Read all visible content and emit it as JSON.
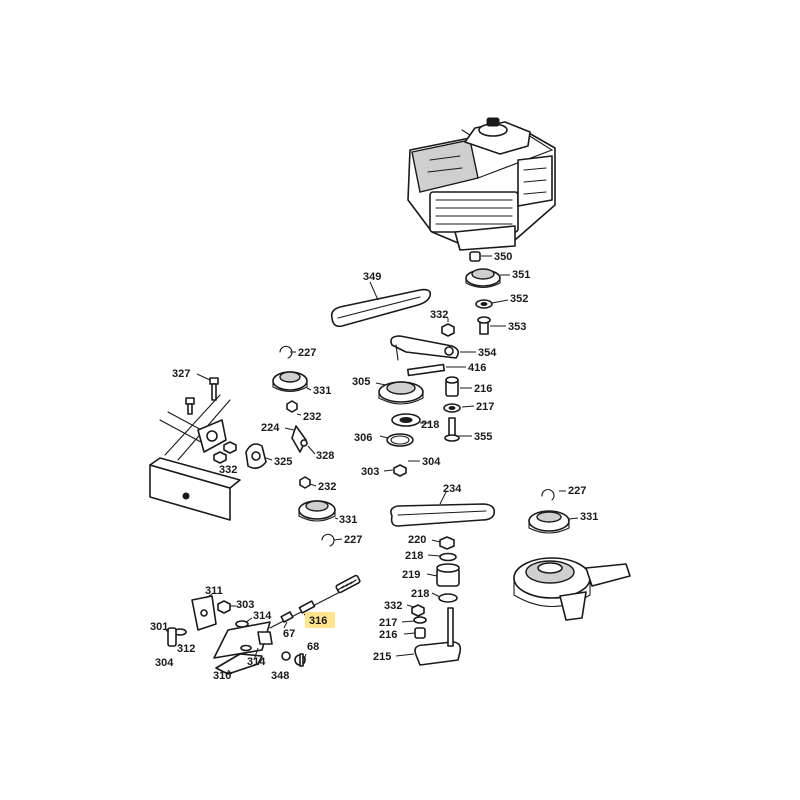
{
  "highlight": {
    "color": "#ffe48a"
  },
  "labels": {
    "l350": "350",
    "l351": "351",
    "l352": "352",
    "l353": "353",
    "l354": "354",
    "l349": "349",
    "l332a": "332",
    "l227a": "227",
    "l327": "327",
    "l331a": "331",
    "l305": "305",
    "l416": "416",
    "l216a": "216",
    "l217a": "217",
    "l232a": "232",
    "l218a": "218",
    "l224": "224",
    "l306": "306",
    "l355": "355",
    "l328": "328",
    "l332b": "332",
    "l325": "325",
    "l304a": "304",
    "l303a": "303",
    "l232b": "232",
    "l234": "234",
    "l227b": "227",
    "l331b": "331",
    "l331c": "331",
    "l227c": "227",
    "l220": "220",
    "l218b": "218",
    "l219": "219",
    "l311": "311",
    "l303b": "303",
    "l218c": "218",
    "l314a": "314",
    "l332c": "332",
    "l316": "316",
    "l217b": "217",
    "l301": "301",
    "l67": "67",
    "l216b": "216",
    "l312": "312",
    "l304b": "304",
    "l68": "68",
    "l314b": "314",
    "l215": "215",
    "l310": "310",
    "l348": "348"
  }
}
